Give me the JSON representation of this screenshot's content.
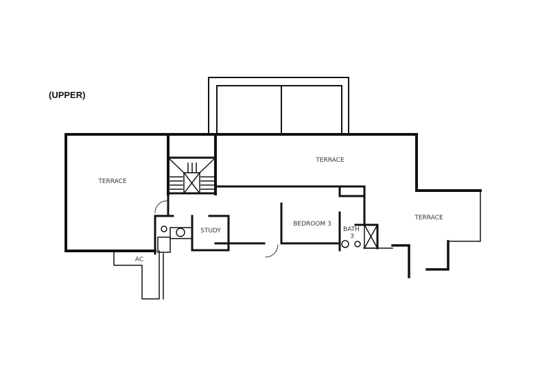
{
  "plan": {
    "title": "(UPPER)",
    "rooms": {
      "terrace_left": "TERRACE",
      "terrace_top": "TERRACE",
      "terrace_right": "TERRACE",
      "study": "STUDY",
      "bedroom": "BEDROOM 3",
      "bath": "BATH",
      "bath_number": "3",
      "ac": "AC"
    },
    "colors": {
      "wall": "#111111",
      "background": "#ffffff"
    }
  }
}
